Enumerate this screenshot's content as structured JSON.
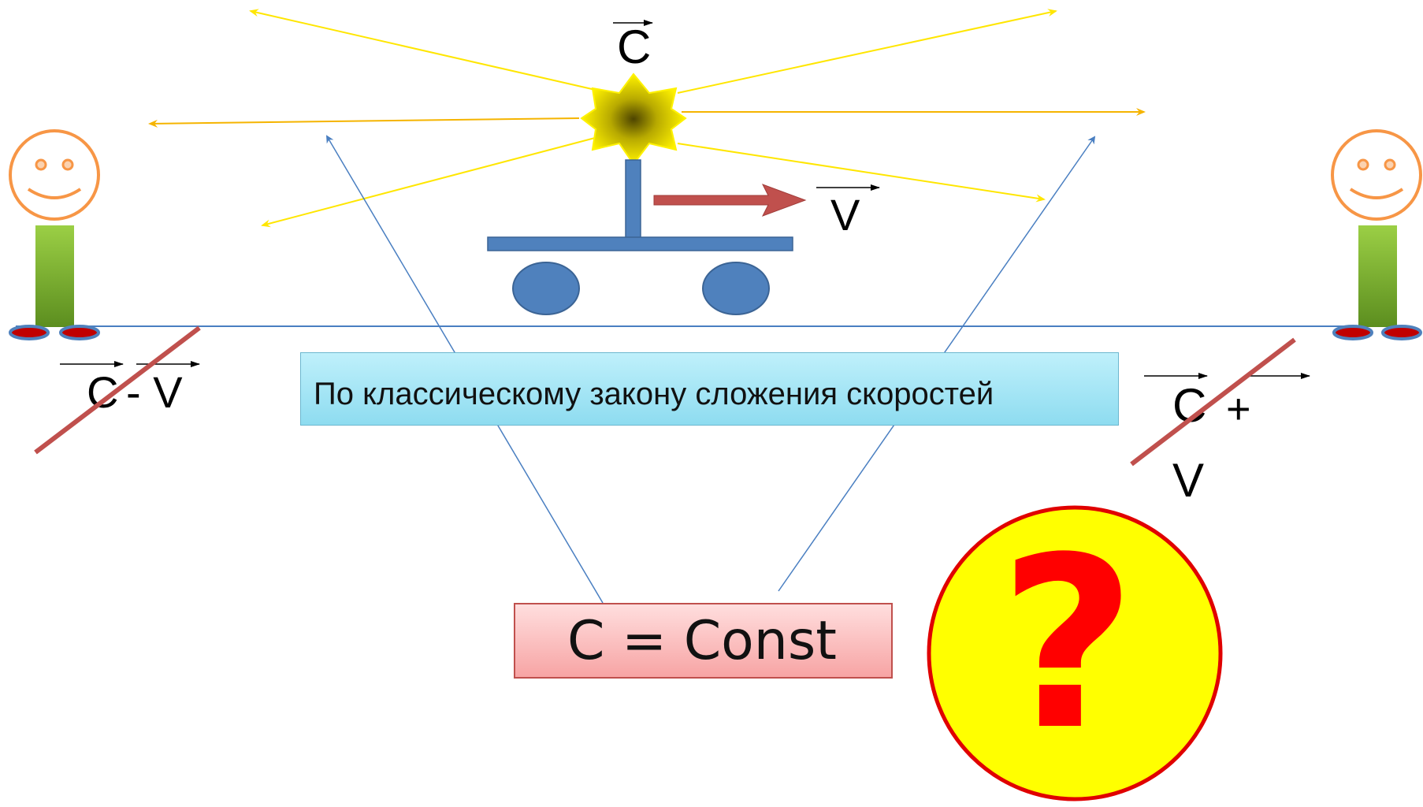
{
  "labels": {
    "source_velocity": "C",
    "cart_velocity": "V",
    "left_c": "C",
    "left_minus": "- V",
    "right_c": "C",
    "right_plus": "+",
    "right_v": "V",
    "classical_law": "По классическому закону сложения скоростей",
    "constant": "C = Const",
    "question_mark": "?"
  },
  "colors": {
    "ray_yellow": "#ffe600",
    "ray_orange": "#f5b400",
    "star_fill": "#fff200",
    "cart": "#4f81bd",
    "velocity_arrow": "#c0504d",
    "blue_line": "#4a7fc1",
    "face": "#f79646",
    "body_green": "#8cc63f",
    "shoe_red": "#c00000",
    "strike": "#c0504d",
    "question_circle": "#ffff00",
    "question_border": "#e00000",
    "question_mark": "#ff0000"
  }
}
